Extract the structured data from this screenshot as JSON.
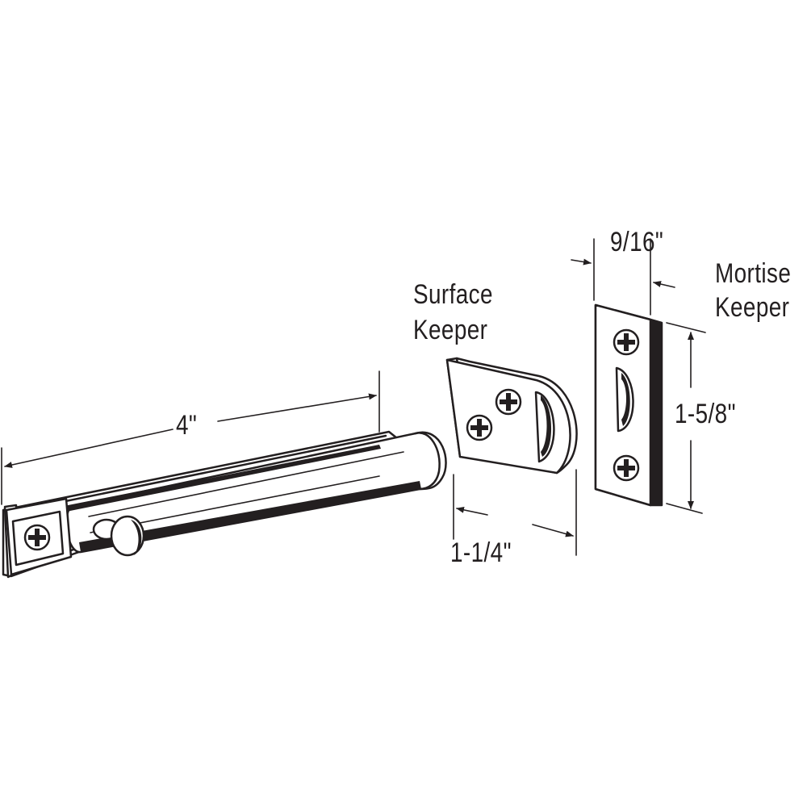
{
  "labels": {
    "bolt_length": "4\"",
    "surface_keeper_line1": "Surface",
    "surface_keeper_line2": "Keeper",
    "surface_keeper_width": "1-1/4\"",
    "mortise_keeper_line1": "Mortise",
    "mortise_keeper_line2": "Keeper",
    "mortise_keeper_width": "9/16\"",
    "mortise_keeper_height": "1-5/8\""
  },
  "colors": {
    "ink": "#231f20",
    "background": "#ffffff"
  },
  "icons": [
    "phillips-screw-icon"
  ]
}
